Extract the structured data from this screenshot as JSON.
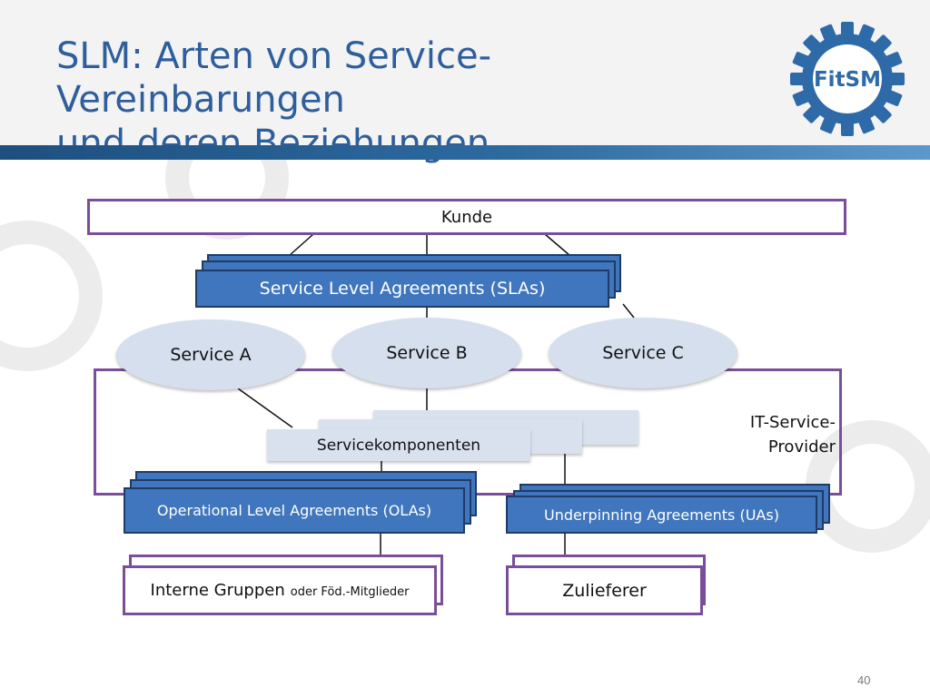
{
  "slide": {
    "title_line1": "SLM: Arten von Service-Vereinbarungen",
    "title_line2": "und deren Beziehungen",
    "page_number": "40",
    "logo_text": "FitSM"
  },
  "colors": {
    "title": "#2e5e9c",
    "accent_bar": "#2d6aa0",
    "box_border": "#7b4e9a",
    "agreement_fill": "#3f76bd",
    "service_fill": "#d5dfee"
  },
  "diagram": {
    "customer": "Kunde",
    "slas": "Service Level Agreements (SLAs)",
    "services": [
      "Service A",
      "Service B",
      "Service C"
    ],
    "provider": "IT-Service-\nProvider",
    "components": "Servicekomponenten",
    "olas": "Operational Level Agreements (OLAs)",
    "uas": "Underpinning Agreements (UAs)",
    "internal_main": "Interne Gruppen",
    "internal_suffix": "oder Föd.-Mitglieder",
    "suppliers": "Zulieferer"
  }
}
